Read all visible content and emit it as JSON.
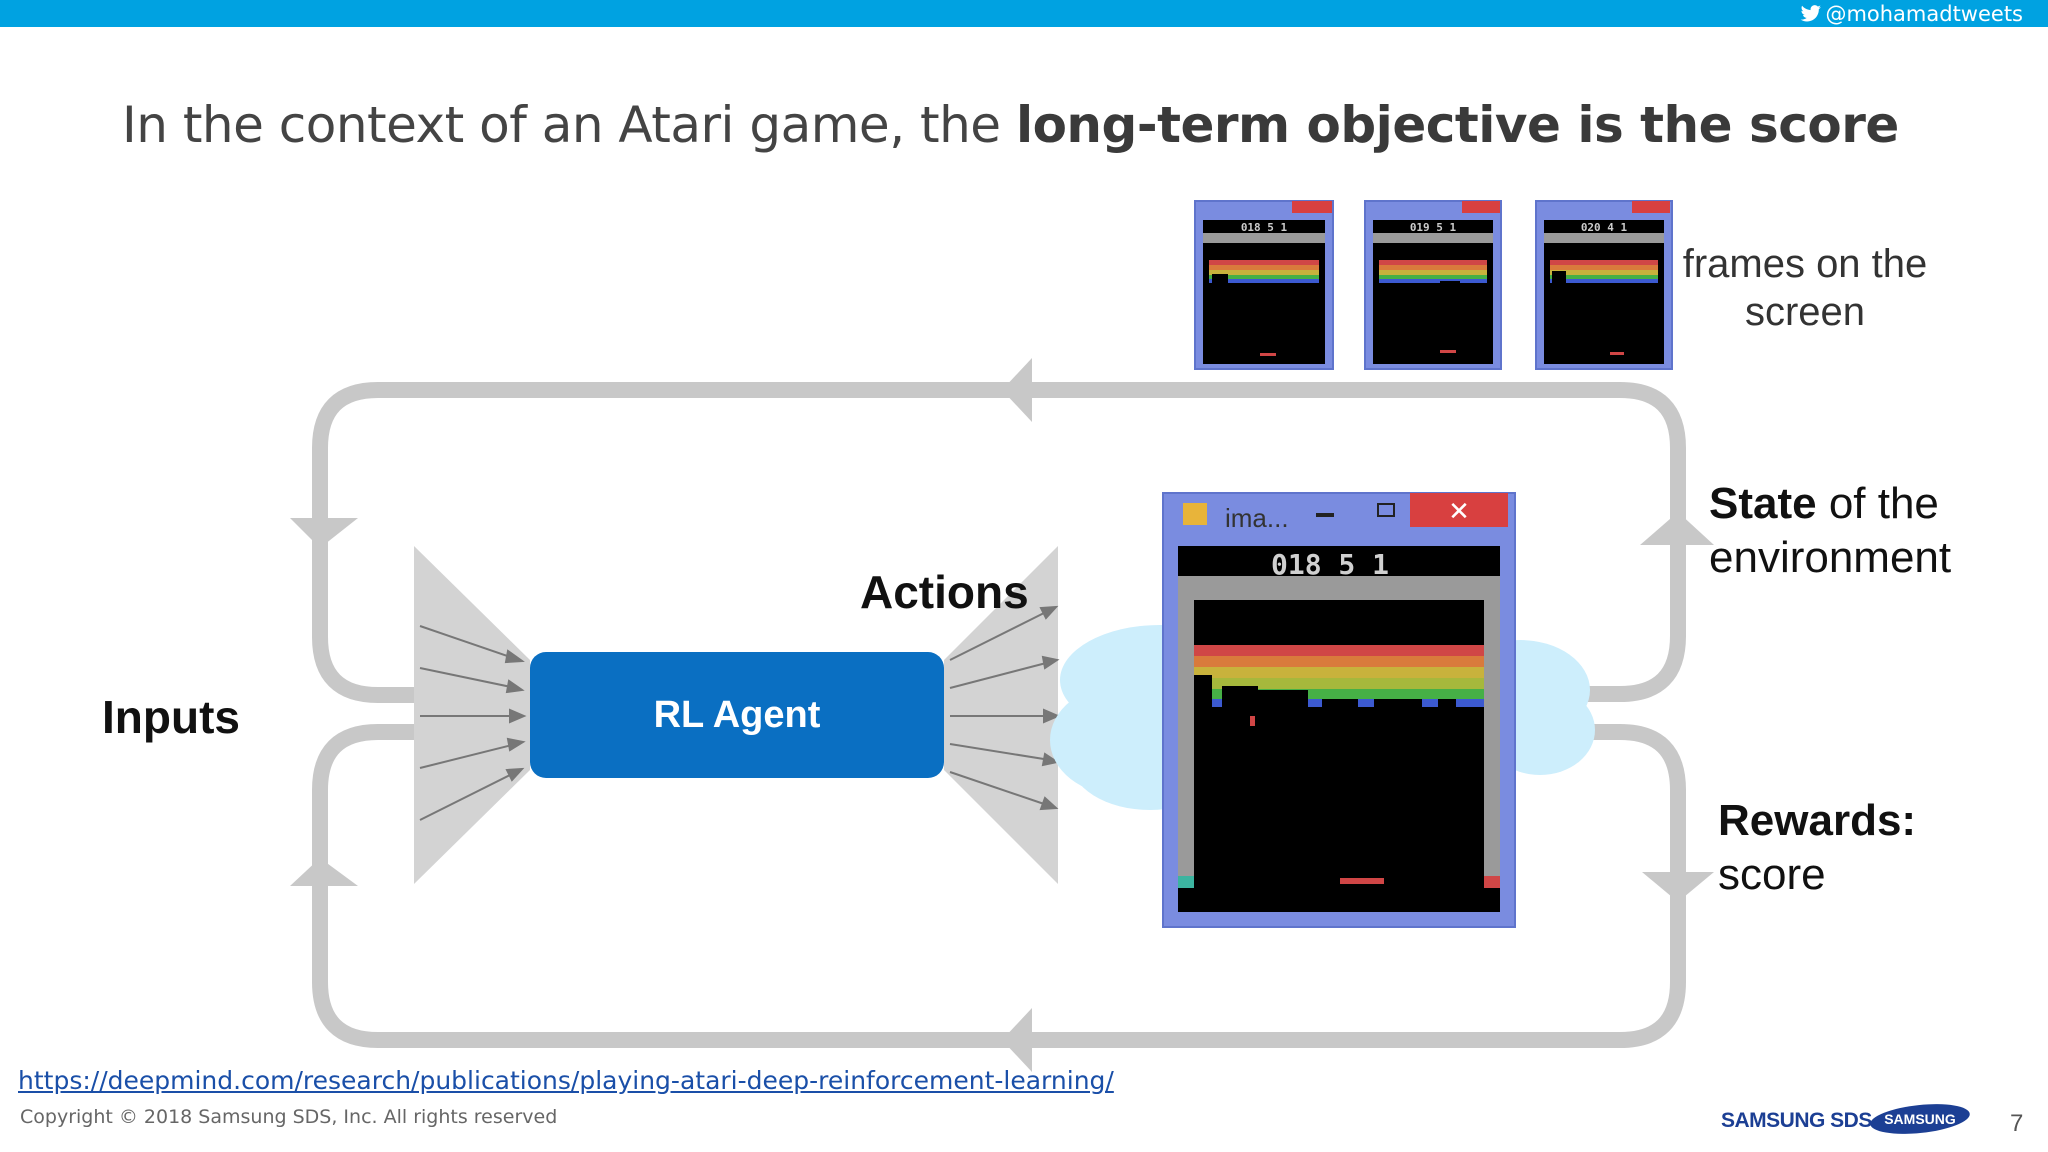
{
  "header": {
    "handle": "@mohamadtweets",
    "icon": "twitter-bird-icon"
  },
  "title": {
    "lead": "In the context of an Atari game, the ",
    "bold": "long-term objective is the score"
  },
  "diagram": {
    "agent_label": "RL Agent",
    "inputs_label": "Inputs",
    "actions_label": "Actions",
    "frames_caption": "frames on the screen",
    "state_bold": "State",
    "state_rest": " of the",
    "state_line2": "environment",
    "rewards_bold": "Rewards:",
    "rewards_line2": "score",
    "game_window": {
      "title": "ima...",
      "score": "018 5 1"
    },
    "thumbnails": [
      {
        "title": "ima...",
        "score": "018 5 1"
      },
      {
        "title": "ima...",
        "score": "019 5 1"
      },
      {
        "title": "ima...",
        "score": "020 4 1"
      }
    ],
    "colors": {
      "loop": "#c8c8c8",
      "agent": "#0a6fc2",
      "cloud": "#cdeefc",
      "window_border": "#6f82d4"
    }
  },
  "footer": {
    "link": "https://deepmind.com/research/publications/playing-atari-deep-reinforcement-learning/",
    "copyright": "Copyright © 2018 Samsung SDS, Inc. All rights reserved",
    "logo_sds": "SAMSUNG SDS",
    "logo_samsung": "SAMSUNG",
    "page_number": "7"
  }
}
